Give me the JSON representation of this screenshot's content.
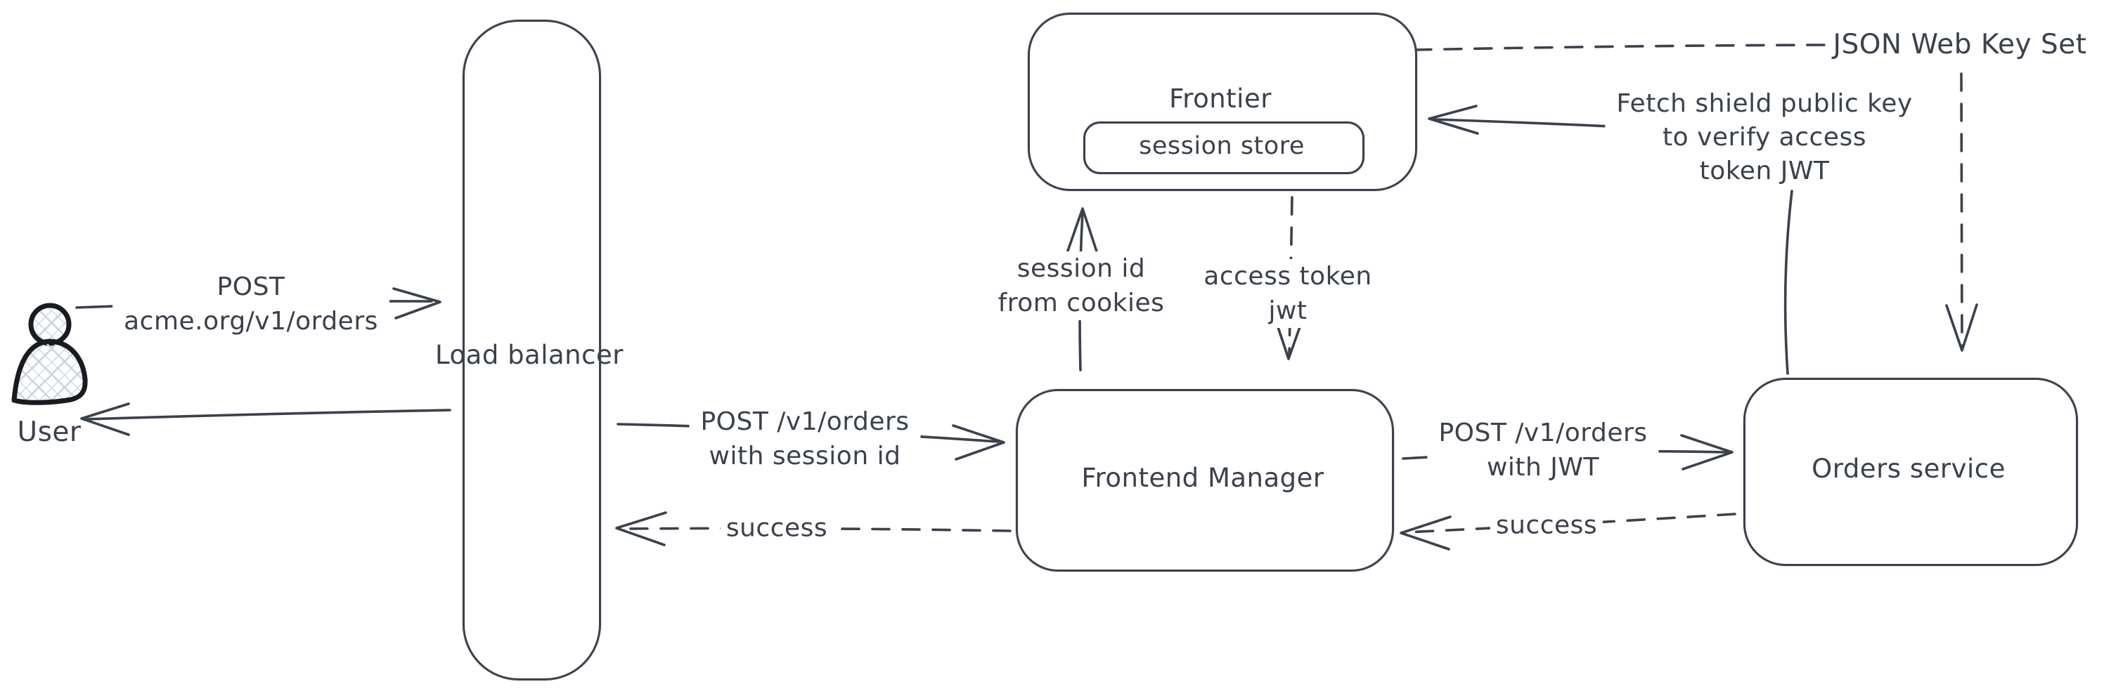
{
  "diagram": {
    "ink_color": "#3b414c",
    "hatch_color": "#c9d3de",
    "nodes": {
      "user": {
        "label": "User"
      },
      "load_balancer": {
        "label_line1": "Load",
        "label_line2": "balancer"
      },
      "frontier": {
        "label": "Frontier",
        "session_store_label": "session store"
      },
      "frontend_manager": {
        "label_line1": "Frontend",
        "label_line2": "Manager"
      },
      "orders_service": {
        "label": "Orders service"
      },
      "jwks": {
        "label": "JSON Web Key Set"
      }
    },
    "edges": {
      "user_to_lb": {
        "line1": "POST",
        "line2": "acme.org/v1/orders"
      },
      "lb_to_fm": {
        "line1": "POST /v1/orders",
        "line2": "with session id"
      },
      "fm_to_lb": {
        "label": "success"
      },
      "fm_to_frontier": {
        "line1": "session id",
        "line2": "from cookies"
      },
      "frontier_to_fm": {
        "line1": "access token",
        "line2": "jwt"
      },
      "fm_to_orders": {
        "line1": "POST /v1/orders",
        "line2": "with JWT"
      },
      "orders_to_fm": {
        "label": "success"
      },
      "fetch_note": {
        "line1": "Fetch shield public key",
        "line2": "to verify access",
        "line3": "token JWT"
      }
    }
  }
}
